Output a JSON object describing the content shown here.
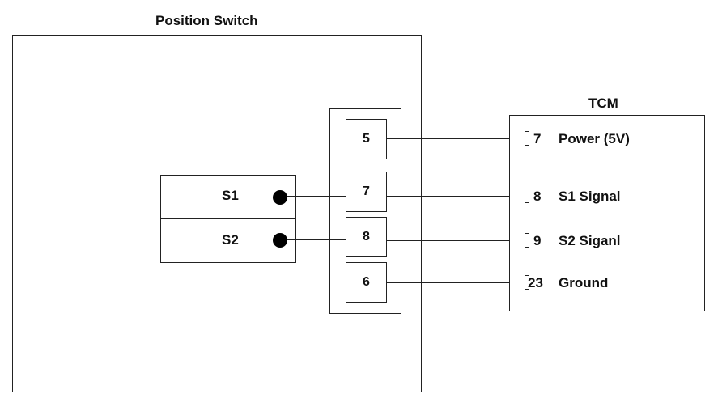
{
  "position_switch": {
    "title": "Position Switch",
    "sensors": [
      {
        "label": "S1"
      },
      {
        "label": "S2"
      }
    ],
    "connector_pins": [
      "5",
      "7",
      "8",
      "6"
    ]
  },
  "tcm": {
    "title": "TCM",
    "terminals": [
      {
        "pin": "7",
        "name": "Power (5V)"
      },
      {
        "pin": "8",
        "name": "S1 Signal"
      },
      {
        "pin": "9",
        "name": "S2 Siganl"
      },
      {
        "pin": "23",
        "name": "Ground"
      }
    ]
  }
}
